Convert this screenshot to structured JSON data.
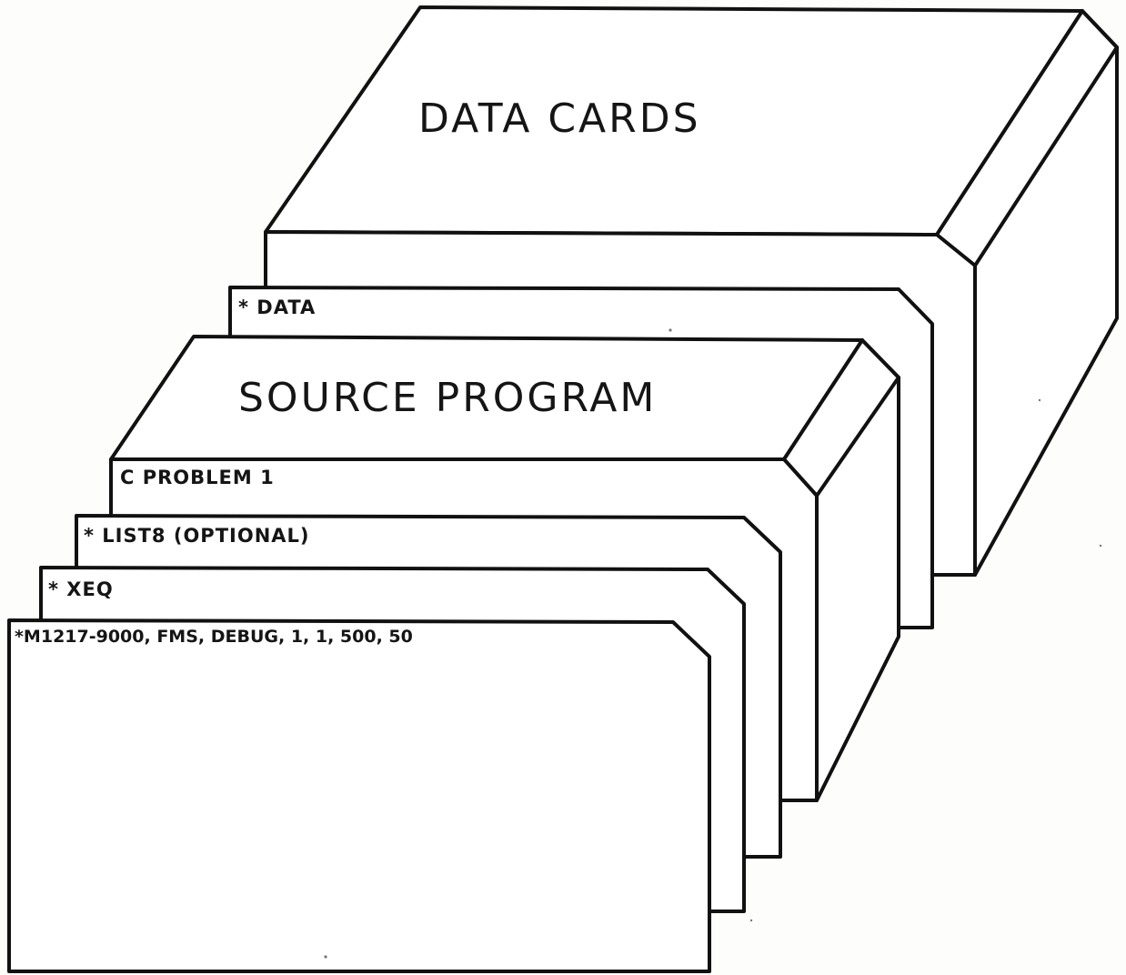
{
  "diagram": {
    "data_deck_label": "DATA CARDS",
    "source_deck_label": "SOURCE PROGRAM",
    "cards": [
      {
        "id": "data",
        "text": "* DATA"
      },
      {
        "id": "problem",
        "text": "C PROBLEM 1"
      },
      {
        "id": "list8",
        "text": "* LIST8 (OPTIONAL)"
      },
      {
        "id": "xeq",
        "text": "* XEQ"
      },
      {
        "id": "job",
        "text": "*M1217-9000, FMS, DEBUG, 1, 1, 500, 50"
      }
    ]
  },
  "colors": {
    "ink": "#111111",
    "paper": "#fdfdfb"
  }
}
